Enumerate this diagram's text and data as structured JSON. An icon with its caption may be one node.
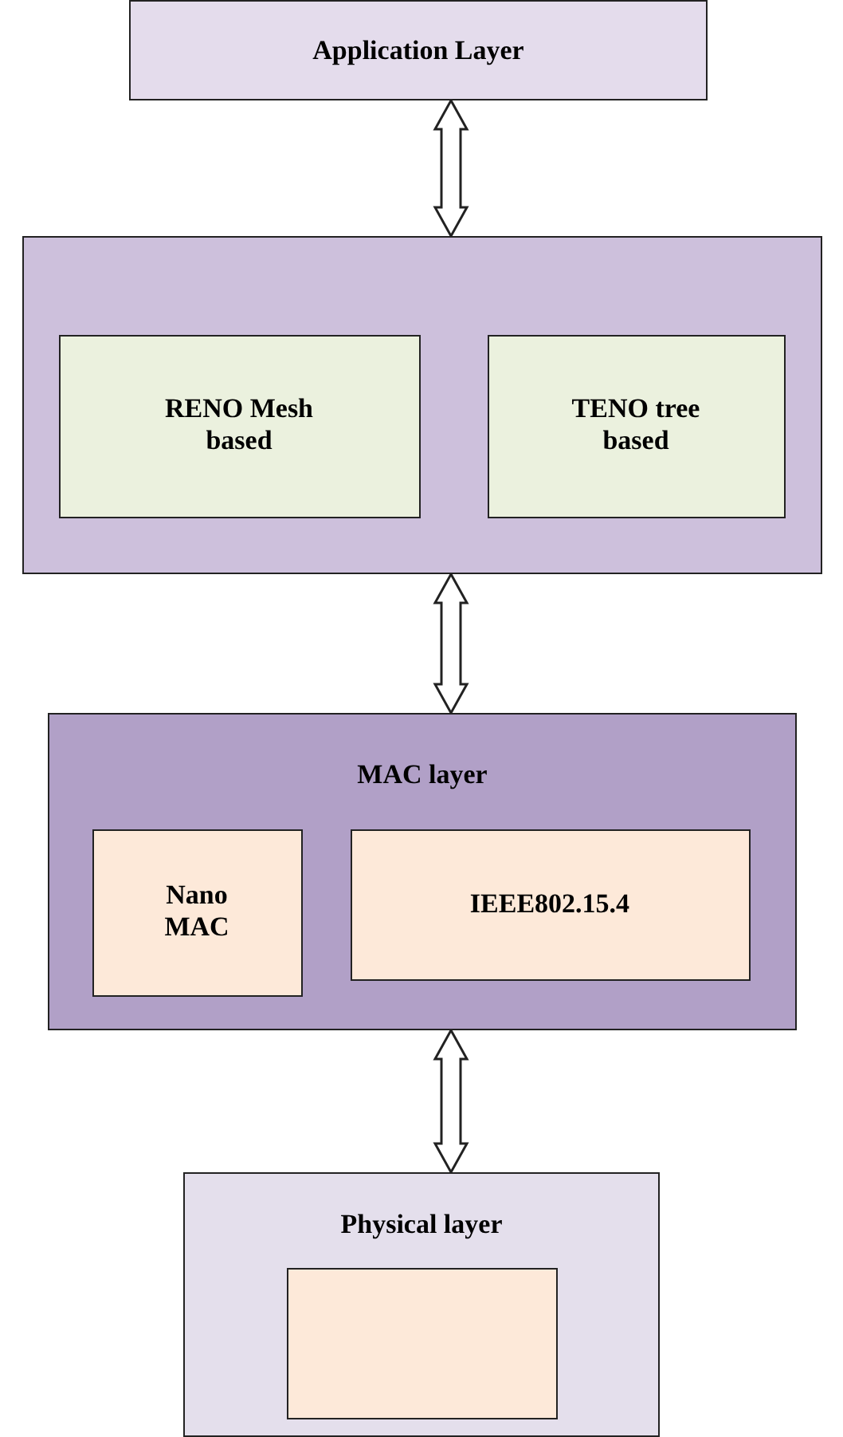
{
  "diagram": {
    "nodes": [
      {
        "text": [
          "Application Layer"
        ]
      },
      {
        "text": [],
        "shape": "box"
      },
      {
        "text": [
          "RENO Mesh based"
        ],
        "in": 1
      },
      {
        "text": [
          "TENO tree based"
        ],
        "in": 1
      },
      {
        "text": [
          "MAC layer"
        ]
      },
      {
        "text": [
          "Nano MAC"
        ],
        "in": 4
      },
      {
        "text": [
          "IEEE802.15.4"
        ],
        "in": 4
      },
      {
        "text": [
          "Physical layer"
        ]
      },
      {
        "text": [],
        "shape": "box",
        "in": 7
      }
    ],
    "edges": [
      {
        "from": 0,
        "to": 1,
        "arrow": "both"
      },
      {
        "from": 1,
        "to": 4,
        "arrow": "both"
      },
      {
        "from": 4,
        "to": 7,
        "arrow": "both"
      }
    ]
  }
}
